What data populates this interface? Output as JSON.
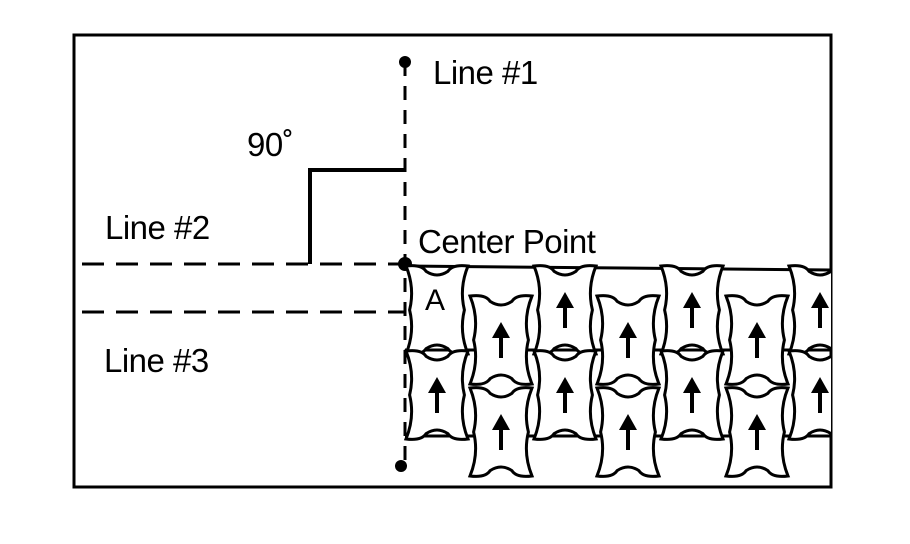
{
  "diagram": {
    "labels": {
      "line1": "Line #1",
      "line2": "Line #2",
      "line3": "Line #3",
      "angle": "90˚",
      "center_point": "Center Point",
      "tile_a": "A"
    },
    "colors": {
      "ink": "#000000",
      "paper": "#ffffff"
    },
    "tile_icon": "up-arrow-icon"
  }
}
